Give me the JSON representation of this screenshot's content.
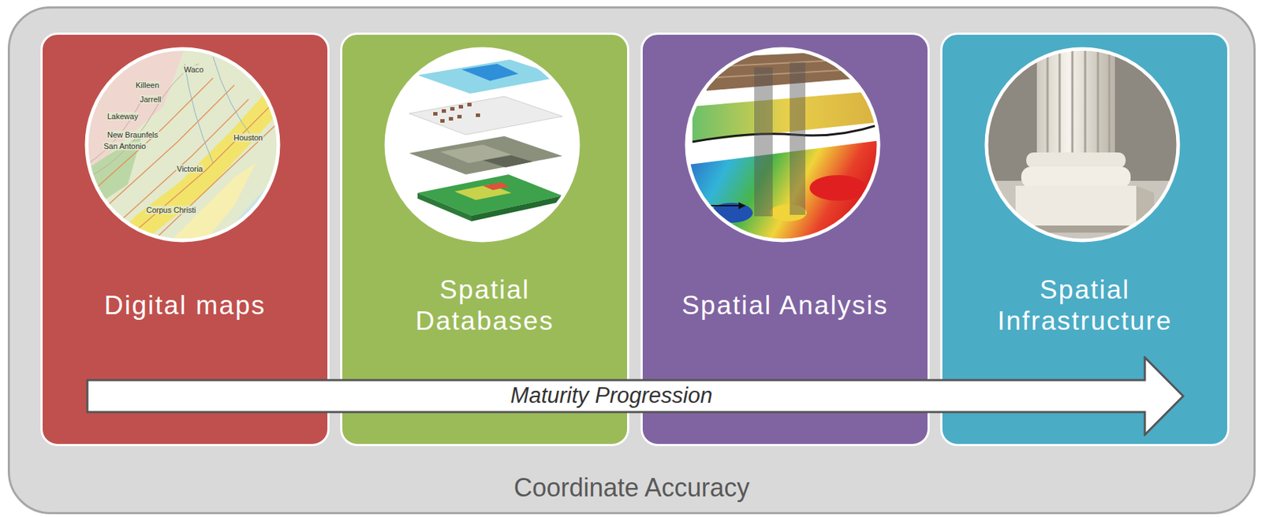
{
  "diagram": {
    "nodes": [
      {
        "text": [
          "Coordinate Accuracy"
        ]
      },
      {
        "text": [
          "Digital maps"
        ],
        "in": 0
      },
      {
        "text": [
          "Spatial Databases"
        ],
        "in": 0
      },
      {
        "text": [
          "Spatial Analysis"
        ],
        "in": 0
      },
      {
        "text": [
          "Spatial Infrastructure"
        ],
        "in": 0
      },
      {
        "text": [
          "Maturity Progression"
        ],
        "in": 0
      }
    ],
    "labels": [
      "Waco",
      "Killeen",
      "Jarrell",
      "Lakeway",
      "New Braunfels",
      "San Antonio",
      "Houston",
      "Victoria",
      "Corpus Christi"
    ]
  }
}
